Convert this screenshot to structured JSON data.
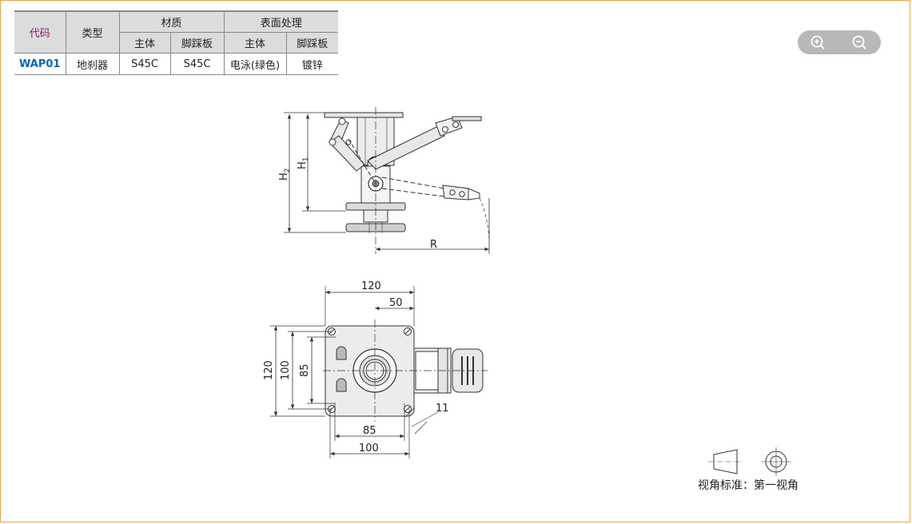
{
  "table": {
    "header": {
      "code": "代码",
      "type": "类型",
      "material": "材质",
      "surface": "表面处理",
      "body": "主体",
      "pedal": "脚踩板",
      "body2": "主体",
      "pedal2": "脚踩板"
    },
    "row": {
      "code": "WAP01",
      "type": "地刹器",
      "material_body": "S45C",
      "material_pedal": "S45C",
      "surface_body": "电泳(绿色)",
      "surface_pedal": "镀锌"
    }
  },
  "zoom": {
    "in_icon": "zoom-in-icon",
    "out_icon": "zoom-out-icon"
  },
  "side_view": {
    "h2": "H",
    "h2_sub": "2",
    "h1": "H",
    "h1_sub": "1",
    "r": "R"
  },
  "top_view": {
    "dim_top_120": "120",
    "dim_top_50": "50",
    "dim_left_120": "120",
    "dim_left_100": "100",
    "dim_left_85": "85",
    "dim_bottom_85": "85",
    "dim_bottom_100": "100",
    "dim_hole_11": "11"
  },
  "legend": {
    "label": "视角标准：第一视角"
  },
  "colors": {
    "border": "#e8a64a",
    "code_header": "#8b1a6b",
    "code_value": "#0a67b5",
    "header_bg": "#dcdcdc",
    "zoom_bg": "#b8b8b8"
  }
}
